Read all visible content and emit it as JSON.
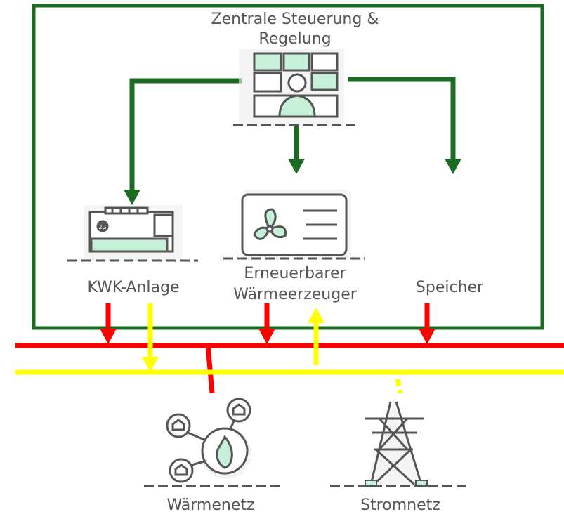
{
  "labels": {
    "control_line1": "Zentrale Steuerung &",
    "control_line2": "Regelung",
    "chp": "KWK-Anlage",
    "renewable_line1": "Erneuerbarer",
    "renewable_line2": "Wärmeerzeuger",
    "storage": "Speicher",
    "heat_network": "Wärmenetz",
    "power_grid": "Stromnetz"
  },
  "icons": {
    "control": "control-room-operator-icon",
    "chp": "chp-generator-icon",
    "renewable": "heat-pump-fan-icon",
    "heat_network": "district-heating-network-icon",
    "power_grid": "transmission-tower-icon",
    "chp_badge": "2G"
  },
  "colors": {
    "control_frame": "#1b6b22",
    "control_arrow": "#1b6b22",
    "heat_line": "#ff0000",
    "power_line": "#ffff00",
    "icon_fill": "#c6f0d8",
    "icon_stroke": "#555555",
    "icon_bg": "#ededed"
  }
}
